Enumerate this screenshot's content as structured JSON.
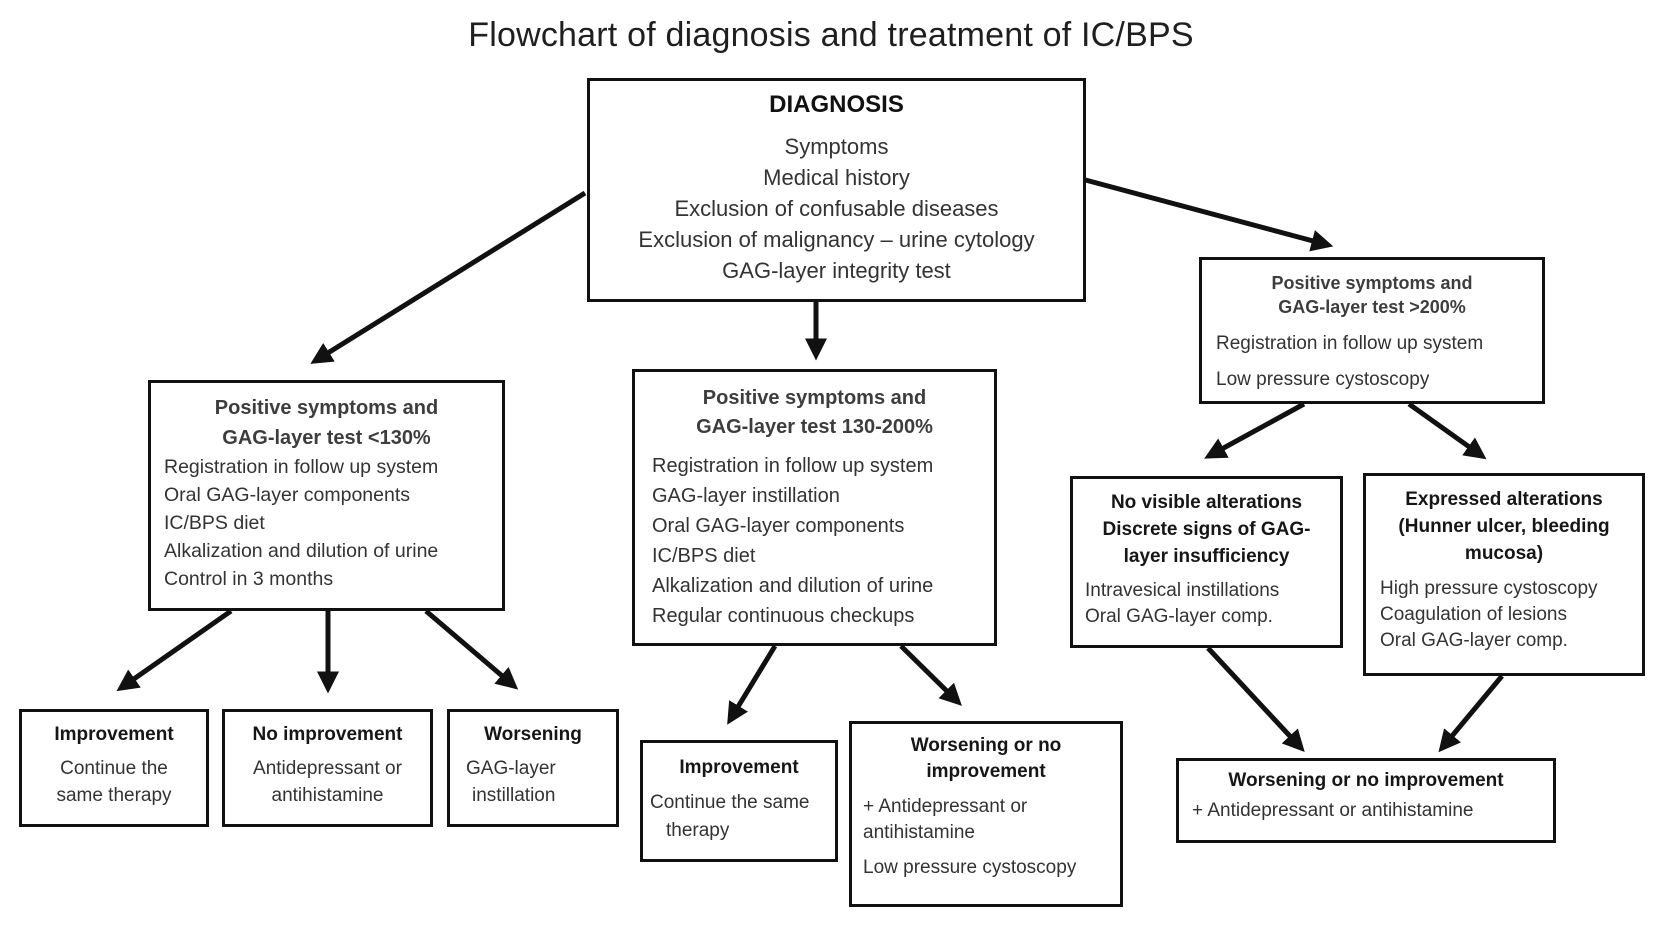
{
  "title": "Flowchart of diagnosis and treatment of IC/BPS",
  "colors": {
    "ink": "#1a1a1a",
    "border": "#111111",
    "background": "#ffffff"
  },
  "nodes": {
    "diagnosis": {
      "heading": "DIAGNOSIS",
      "lines": [
        "Symptoms",
        "Medical history",
        "Exclusion of confusable diseases",
        "Exclusion of malignancy – urine cytology",
        "GAG-layer integrity test"
      ]
    },
    "branch_low": {
      "heading": [
        "Positive symptoms and",
        "GAG-layer test <130%"
      ],
      "lines": [
        "Registration in follow up system",
        "Oral GAG-layer components",
        "IC/BPS diet",
        "Alkalization and dilution of urine",
        "Control in 3 months"
      ]
    },
    "branch_mid": {
      "heading": [
        "Positive symptoms and",
        "GAG-layer test 130-200%"
      ],
      "lines": [
        "Registration in follow up system",
        "GAG-layer instillation",
        "Oral GAG-layer components",
        "IC/BPS diet",
        "Alkalization and dilution of urine",
        "Regular continuous checkups"
      ]
    },
    "branch_high": {
      "heading": [
        "Positive symptoms and",
        "GAG-layer test >200%"
      ],
      "lines": [
        "Registration in follow up system",
        "Low pressure cystoscopy"
      ]
    },
    "improvement_left": {
      "heading": "Improvement",
      "lines": [
        "Continue the",
        "same therapy"
      ]
    },
    "no_improvement": {
      "heading": "No improvement",
      "lines": [
        "Antidepressant or",
        "antihistamine"
      ]
    },
    "worsening_left": {
      "heading": "Worsening",
      "lines": [
        "GAG-layer",
        "instillation"
      ]
    },
    "improvement_mid": {
      "heading": "Improvement",
      "lines": [
        "Continue the same",
        "therapy"
      ]
    },
    "worsening_mid": {
      "heading": [
        "Worsening or no",
        "improvement"
      ],
      "lines": [
        "+ Antidepressant or antihistamine",
        "Low pressure cystoscopy"
      ]
    },
    "no_visible": {
      "heading": [
        "No visible alterations",
        "Discrete signs of GAG-",
        "layer insufficiency"
      ],
      "lines": [
        "Intravesical instillations",
        "Oral GAG-layer comp."
      ]
    },
    "expressed": {
      "heading": [
        "Expressed alterations",
        "(Hunner ulcer, bleeding",
        "mucosa)"
      ],
      "lines": [
        "High pressure cystoscopy",
        "Coagulation of lesions",
        "Oral GAG-layer comp."
      ]
    },
    "worsening_bottom": {
      "heading": "Worsening or no improvement",
      "lines": [
        "+ Antidepressant or antihistamine"
      ]
    }
  }
}
